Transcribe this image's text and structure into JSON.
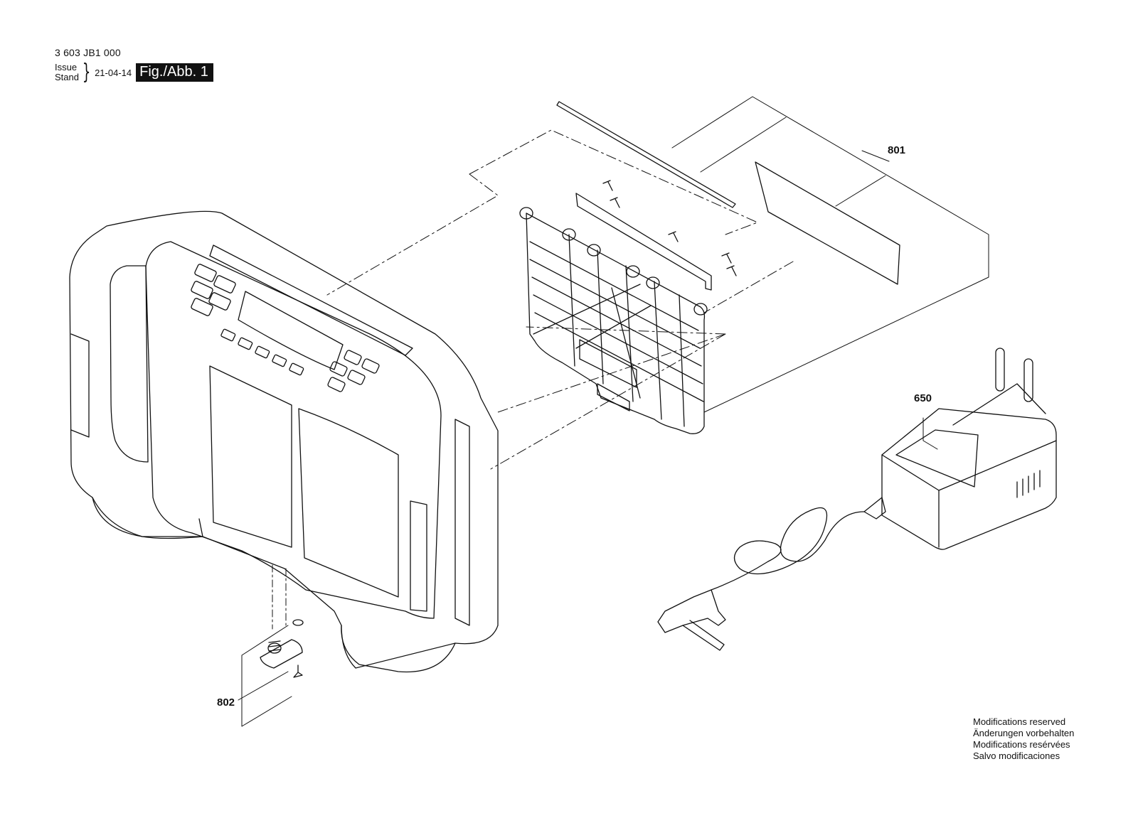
{
  "header": {
    "part_number": "3 603 JB1 000",
    "issue_label": "Issue",
    "stand_label": "Stand",
    "date": "21-04-14",
    "figure": "Fig./Abb. 1"
  },
  "callouts": {
    "c801": "801",
    "c650": "650",
    "c802": "802"
  },
  "notes": {
    "line1": "Modifications reserved",
    "line2": "Änderungen vorbehalten",
    "line3": "Modifications resérvées",
    "line4": "Salvo modificaciones"
  },
  "colors": {
    "ink": "#111111",
    "paper": "#ffffff"
  }
}
